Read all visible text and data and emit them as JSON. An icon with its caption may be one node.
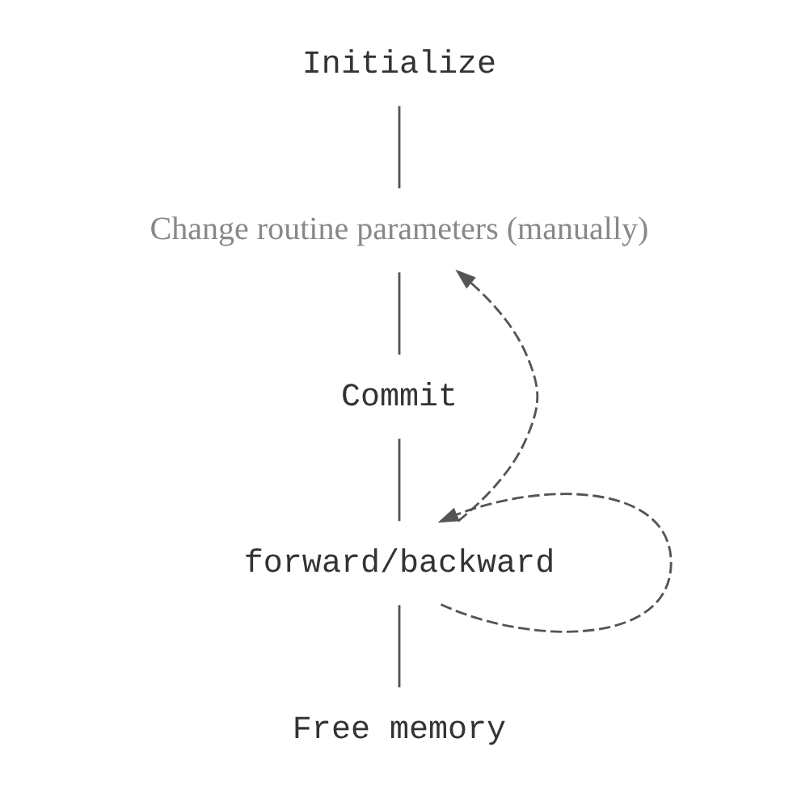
{
  "diagram": {
    "nodes": [
      {
        "text": [
          "Initialize"
        ]
      },
      {
        "text": [
          "Change routine parameters (manually)"
        ]
      },
      {
        "text": [
          "Commit"
        ]
      },
      {
        "text": [
          "forward/backward"
        ]
      },
      {
        "text": [
          "Free memory"
        ]
      }
    ],
    "edges": [
      {
        "from": 0,
        "to": 1,
        "arrow": "none"
      },
      {
        "from": 1,
        "to": 2,
        "arrow": "none"
      },
      {
        "from": 2,
        "to": 3,
        "arrow": "none"
      },
      {
        "from": 3,
        "to": 4,
        "arrow": "none"
      },
      {
        "from": 3,
        "to": 1,
        "arrow": "to",
        "style": "dashed"
      },
      {
        "from": 3,
        "to": 3,
        "arrow": "to",
        "style": "dashed"
      }
    ]
  }
}
